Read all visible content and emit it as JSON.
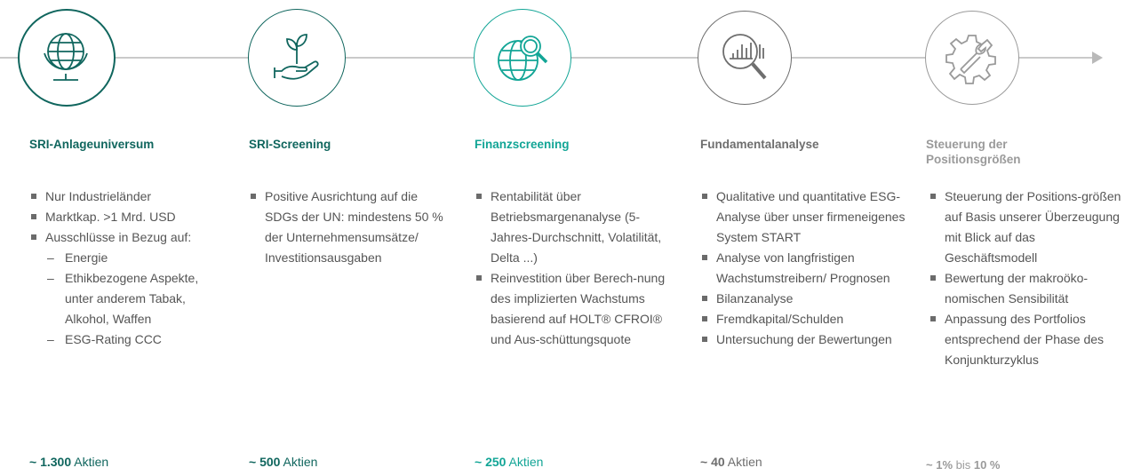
{
  "colors": {
    "teal_dark": "#10665e",
    "teal_light": "#12a596",
    "gray_dark": "#6e6e6e",
    "gray_light": "#9a9a9a",
    "line": "#b9b9b9"
  },
  "steps": [
    {
      "icon": "globe-icon",
      "title": "SRI-Anlageuniversum",
      "bullets": [
        {
          "kind": "main",
          "text": "Nur Industrieländer"
        },
        {
          "kind": "main",
          "text": "Marktkap. >1 Mrd. USD"
        },
        {
          "kind": "main",
          "text": "Ausschlüsse in Bezug auf:"
        },
        {
          "kind": "sub",
          "text": "Energie"
        },
        {
          "kind": "sub",
          "text": "Ethikbezogene Aspekte, unter anderem Tabak, Alkohol, Waffen"
        },
        {
          "kind": "sub",
          "text": "ESG-Rating CCC"
        }
      ],
      "footer": {
        "prefix": "~ ",
        "bold": "1.300",
        "mid": " Aktien",
        "bold2": "",
        "suffix": ""
      }
    },
    {
      "icon": "plant-hand-icon",
      "title": "SRI-Screening",
      "bullets": [
        {
          "kind": "main",
          "text": "Positive Ausrichtung auf die SDGs der UN: mindestens 50 % der Unternehmensumsätze/ Investitionsausgaben"
        }
      ],
      "footer": {
        "prefix": "~ ",
        "bold": "500",
        "mid": " Aktien",
        "bold2": "",
        "suffix": ""
      }
    },
    {
      "icon": "globe-magnifier-icon",
      "title": "Finanzscreening",
      "bullets": [
        {
          "kind": "main",
          "text": "Rentabilität über Betriebsmargenanalyse (5-Jahres-Durchschnitt, Volatilität, Delta ...)"
        },
        {
          "kind": "main",
          "text": "Reinvestition über Berech-nung des implizierten Wachstums basierend auf HOLT® CFROI® und Aus-schüttungsquote"
        }
      ],
      "footer": {
        "prefix": "~ ",
        "bold": "250",
        "mid": " Aktien",
        "bold2": "",
        "suffix": ""
      }
    },
    {
      "icon": "magnifier-chart-icon",
      "title": "Fundamentalanalyse",
      "bullets": [
        {
          "kind": "main",
          "text": "Qualitative und quantitative ESG-Analyse über unser firmeneigenes System START"
        },
        {
          "kind": "main",
          "text": "Analyse von langfristigen Wachstumstreibern/ Prognosen"
        },
        {
          "kind": "main",
          "text": "Bilanzanalyse"
        },
        {
          "kind": "main",
          "text": "Fremdkapital/Schulden"
        },
        {
          "kind": "main",
          "text": "Untersuchung der Bewertungen"
        }
      ],
      "footer": {
        "prefix": "~ ",
        "bold": "40",
        "mid": " Aktien",
        "bold2": "",
        "suffix": ""
      }
    },
    {
      "icon": "gear-wrench-icon",
      "title": "Steuerung der Positionsgrößen",
      "bullets": [
        {
          "kind": "main",
          "text": "Steuerung der Positions-größen auf Basis unserer Überzeugung mit Blick auf das Geschäftsmodell"
        },
        {
          "kind": "main",
          "text": "Bewertung der makroöko-nomischen Sensibilität"
        },
        {
          "kind": "main",
          "text": "Anpassung des Portfolios entsprechend der Phase des Konjunkturzyklus"
        }
      ],
      "footer": {
        "prefix": "~ ",
        "bold": "1%",
        "mid": " bis ",
        "bold2": "10 %",
        "suffix": ""
      }
    }
  ]
}
